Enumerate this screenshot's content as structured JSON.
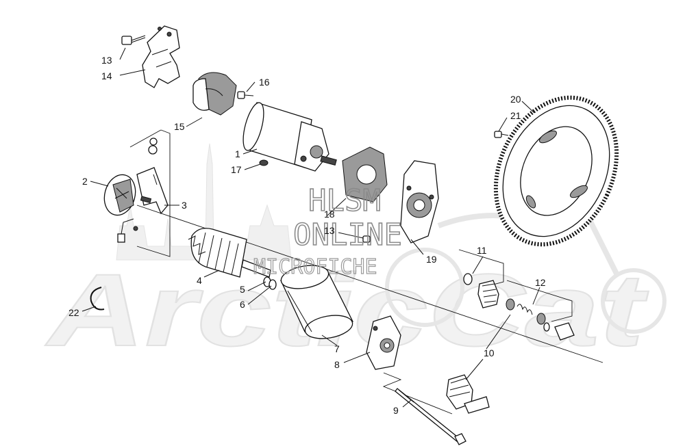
{
  "watermark": {
    "line1": "HLSM",
    "line2": "ONLINE",
    "line3": "MICROFICHE",
    "brand": "ArcticCat"
  },
  "callouts": [
    {
      "id": "c13a",
      "label": "13"
    },
    {
      "id": "c14",
      "label": "14"
    },
    {
      "id": "c16",
      "label": "16"
    },
    {
      "id": "c15",
      "label": "15"
    },
    {
      "id": "c1",
      "label": "1"
    },
    {
      "id": "c17",
      "label": "17"
    },
    {
      "id": "c20",
      "label": "20"
    },
    {
      "id": "c21",
      "label": "21"
    },
    {
      "id": "c2",
      "label": "2"
    },
    {
      "id": "c3",
      "label": "3"
    },
    {
      "id": "c18",
      "label": "18"
    },
    {
      "id": "c13b",
      "label": "13"
    },
    {
      "id": "c19",
      "label": "19"
    },
    {
      "id": "c11",
      "label": "11"
    },
    {
      "id": "c12",
      "label": "12"
    },
    {
      "id": "c4",
      "label": "4"
    },
    {
      "id": "c5",
      "label": "5"
    },
    {
      "id": "c6",
      "label": "6"
    },
    {
      "id": "c22",
      "label": "22"
    },
    {
      "id": "c7",
      "label": "7"
    },
    {
      "id": "c8",
      "label": "8"
    },
    {
      "id": "c10",
      "label": "10"
    },
    {
      "id": "c9",
      "label": "9"
    }
  ]
}
